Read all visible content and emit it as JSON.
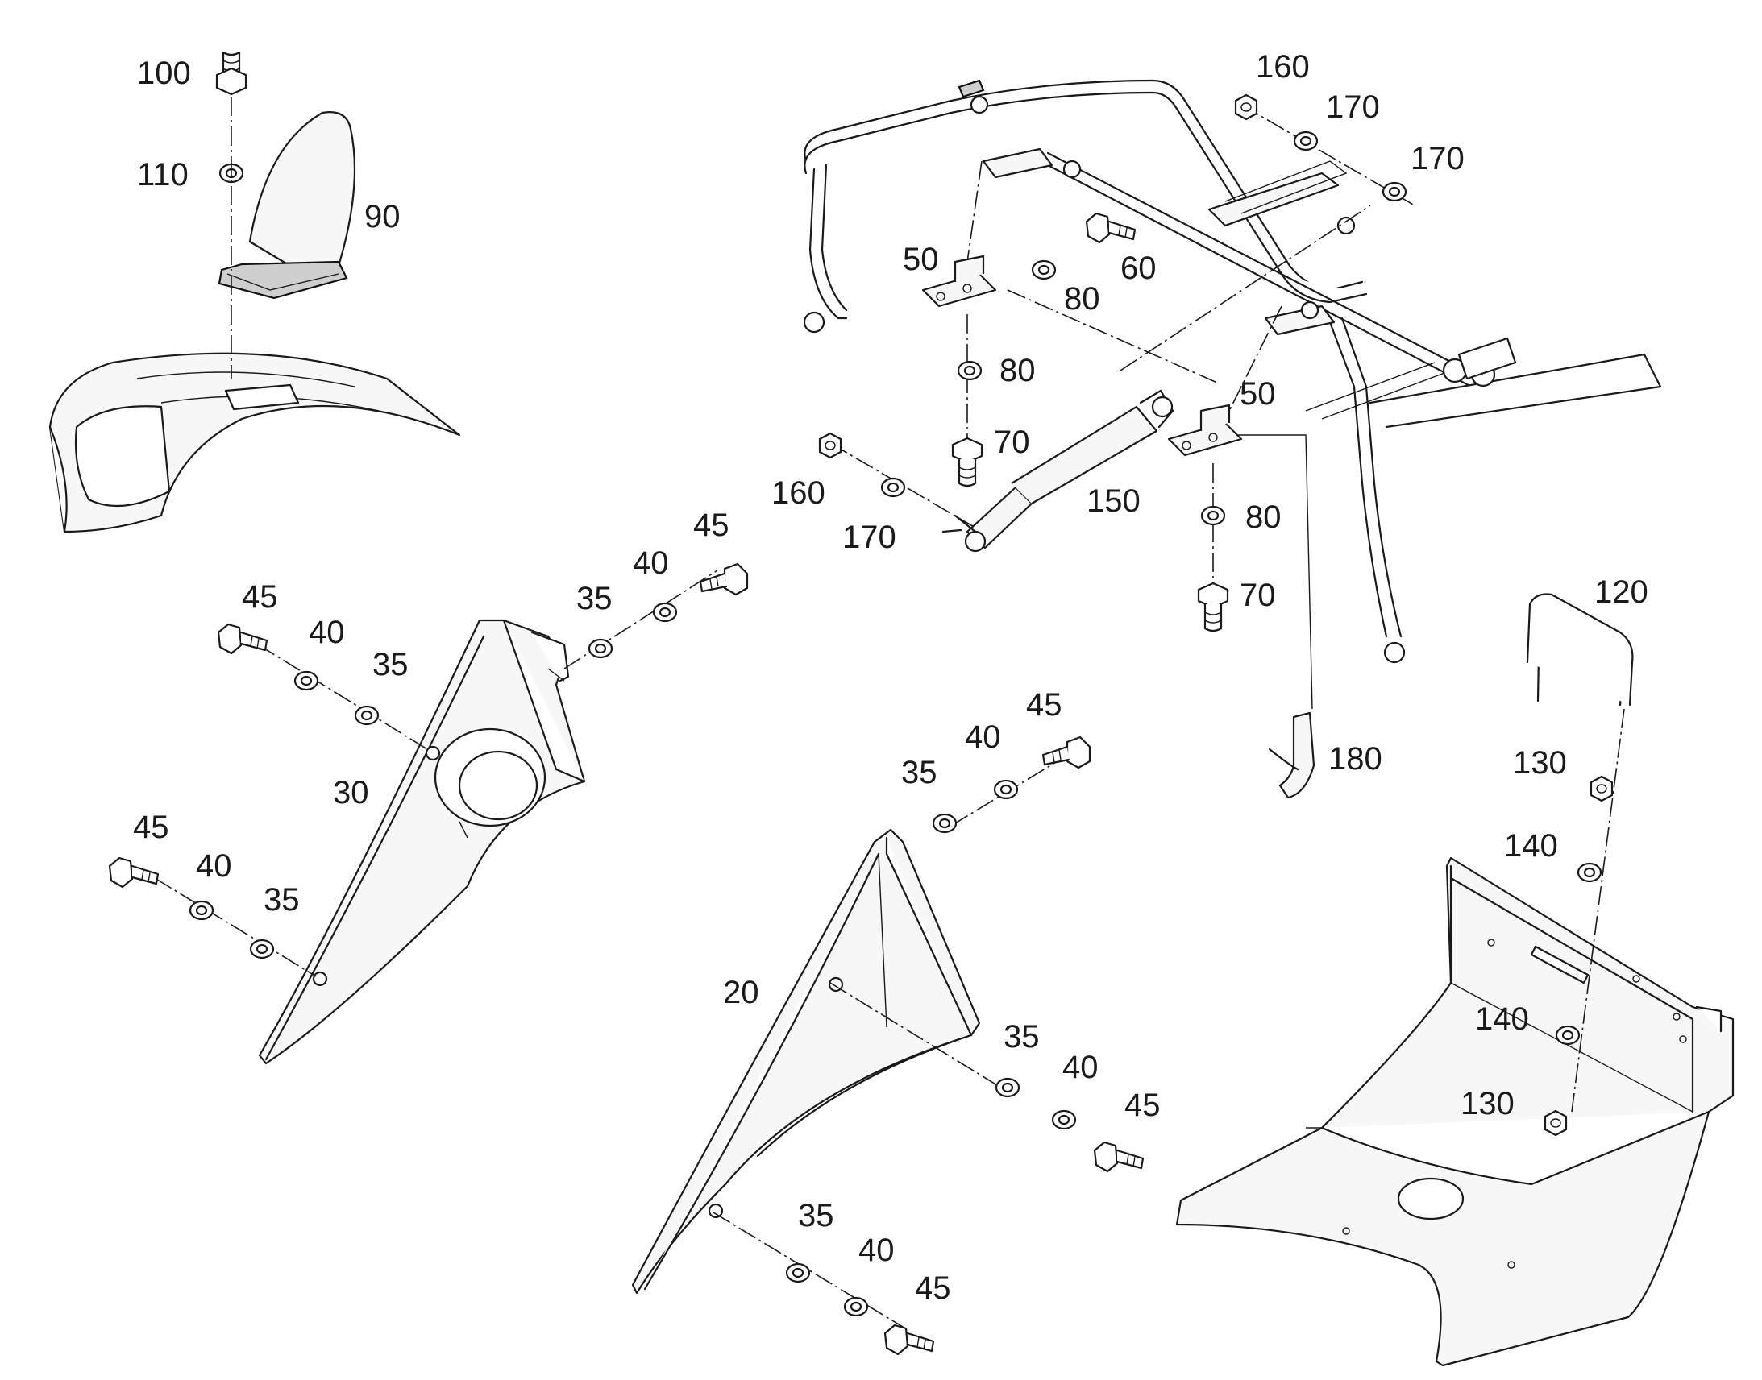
{
  "labels": {
    "p100": "100",
    "p110": "110",
    "p90": "90",
    "p160a": "160",
    "p170a": "170",
    "p170b": "170",
    "p50a": "50",
    "p60": "60",
    "p80a": "80",
    "p80b": "80",
    "p70a": "70",
    "p50b": "50",
    "p160b": "160",
    "p170c": "170",
    "p150": "150",
    "p80c": "80",
    "p70b": "70",
    "p45a": "45",
    "p40a": "40",
    "p35a": "35",
    "p45b": "45",
    "p40b": "40",
    "p35b": "35",
    "p30": "30",
    "p45c": "45",
    "p40c": "40",
    "p35c": "35",
    "p120": "120",
    "p180": "180",
    "p45d": "45",
    "p40d": "40",
    "p35d": "35",
    "p130a": "130",
    "p140a": "140",
    "p20": "20",
    "p35e": "35",
    "p40e": "40",
    "p45e": "45",
    "p140b": "140",
    "p130b": "130",
    "p35f": "35",
    "p40f": "40",
    "p45f": "45"
  }
}
